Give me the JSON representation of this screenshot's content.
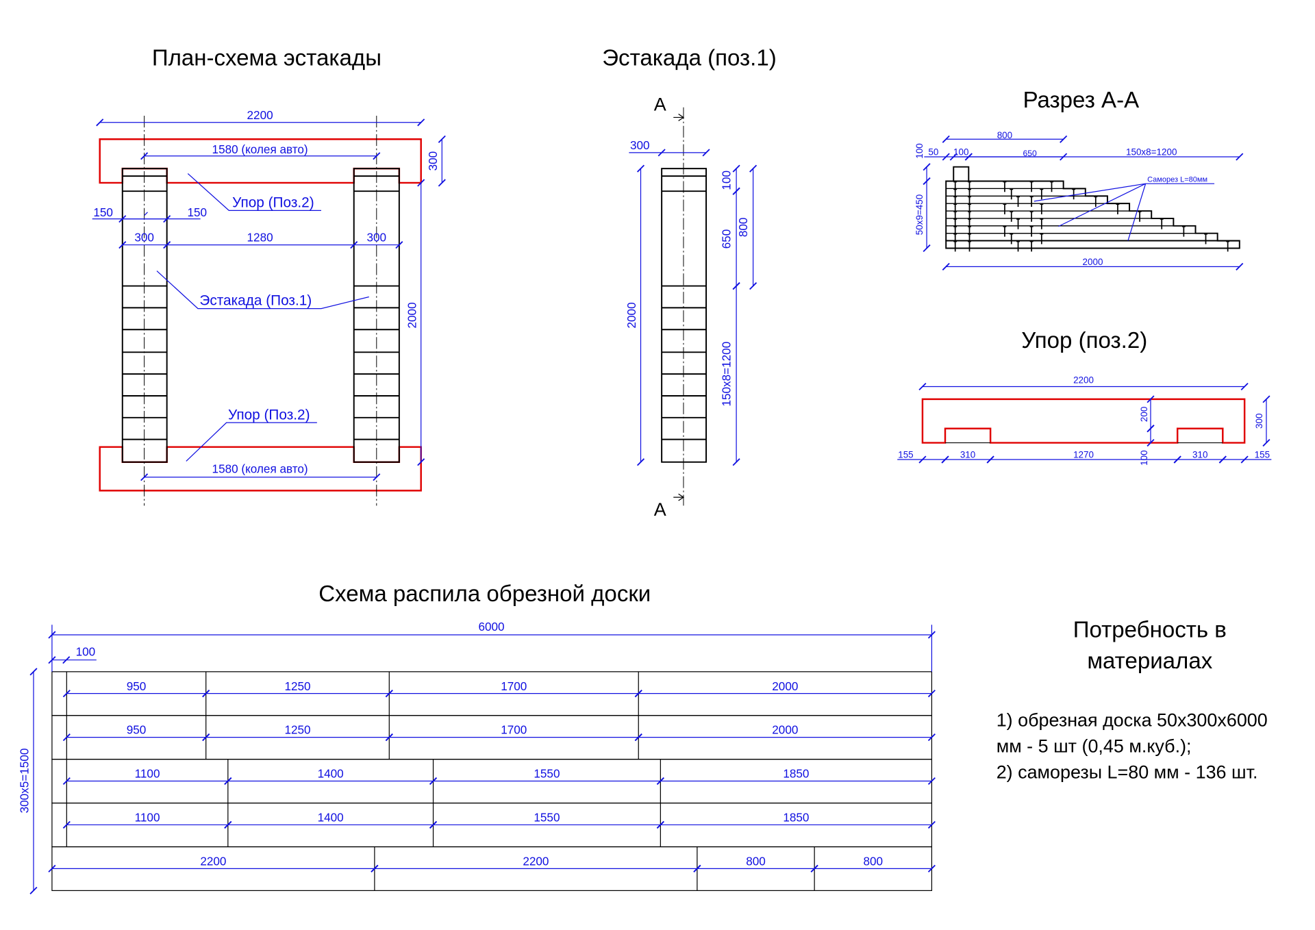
{
  "plan": {
    "title": "План-схема эстакады",
    "dim_2200": "2200",
    "dim_1580_top": "1580 (колея авто)",
    "dim_300_right": "300",
    "dim_150_left": "150",
    "dim_150_right": "150",
    "dim_300_left": "300",
    "dim_1280": "1280",
    "dim_300_b": "300",
    "dim_2000": "2000",
    "dim_1580_bottom": "1580 (колея авто)",
    "label_upor_top": "Упор (Поз.2)",
    "label_estakada": "Эстакада (Поз.1)",
    "label_upor_bottom": "Упор (Поз.2)"
  },
  "estakada": {
    "title": "Эстакада (поз.1)",
    "section_top": "А",
    "section_bottom": "А",
    "dim_300": "300",
    "dim_100": "100",
    "dim_650": "650",
    "dim_800": "800",
    "dim_1200": "150x8=1200",
    "dim_2000": "2000"
  },
  "section": {
    "title": "Разрез А-А",
    "dim_800": "800",
    "dim_50": "50",
    "dim_100": "100",
    "dim_650": "650",
    "dim_1200": "150x8=1200",
    "dim_100v": "100",
    "dim_450": "50x9=450",
    "dim_2000": "2000",
    "screw_label": "Саморез L=80мм"
  },
  "upor": {
    "title": "Упор (поз.2)",
    "dim_2200": "2200",
    "dim_300": "300",
    "dim_200": "200",
    "dim_100": "100",
    "dim_155_left": "155",
    "dim_310_left": "310",
    "dim_1270": "1270",
    "dim_310_right": "310",
    "dim_155_right": "155"
  },
  "cutting": {
    "title": "Схема распила обрезной доски",
    "dim_total": "6000",
    "dim_trim": "100",
    "dim_height": "300x5=1500",
    "board_length_mm": 6000,
    "rows": [
      {
        "trim_mm": 100,
        "pieces": [
          950,
          1250,
          1700,
          2000
        ]
      },
      {
        "trim_mm": 100,
        "pieces": [
          950,
          1250,
          1700,
          2000
        ]
      },
      {
        "trim_mm": 100,
        "pieces": [
          1100,
          1400,
          1550,
          1850
        ]
      },
      {
        "trim_mm": 100,
        "pieces": [
          1100,
          1400,
          1550,
          1850
        ]
      },
      {
        "trim_mm": 0,
        "pieces": [
          2200,
          2200,
          800,
          800
        ]
      }
    ]
  },
  "materials": {
    "title_line1": "Потребность в",
    "title_line2": "материалах",
    "items": [
      "1) обрезная доска 50х300х6000",
      "мм - 5 шт (0,45 м.куб.);",
      "2) саморезы L=80 мм - 136 шт."
    ]
  },
  "colors": {
    "dimension": "#1010e0",
    "upor": "#e00000",
    "outline": "#000000"
  }
}
